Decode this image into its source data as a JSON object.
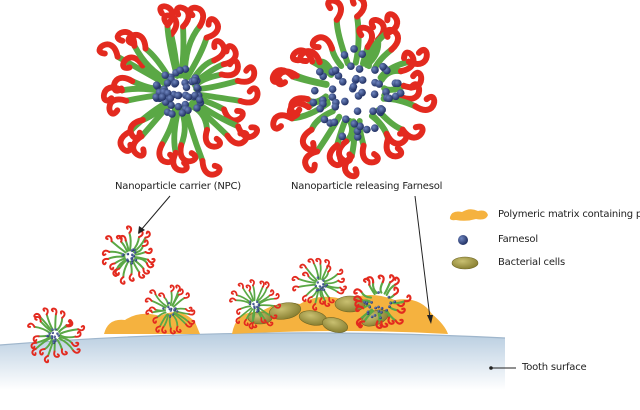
{
  "labels": {
    "npc": "Nanoparticle carrier (NPC)",
    "releasing": "Nanoparticle releasing Farnesol",
    "tooth": "Tooth surface"
  },
  "legend": [
    {
      "label": "Polymeric matrix containing plaque",
      "icon": "plaque-blob-icon",
      "color": "#f5b23f"
    },
    {
      "label": "Farnesol",
      "icon": "farnesol-sphere-icon",
      "color": "#2a3f7a"
    },
    {
      "label": "Bacterial cells",
      "icon": "bacterial-cell-icon",
      "color": "#a9a04a"
    }
  ],
  "colors": {
    "polymer_shell": "#e32a1f",
    "polymer_core": "#5aa845",
    "farnesol": "#2a3f7a",
    "plaque": "#f5b23f",
    "bacteria": "#a9a04a",
    "tooth": "#c9d9e8"
  }
}
